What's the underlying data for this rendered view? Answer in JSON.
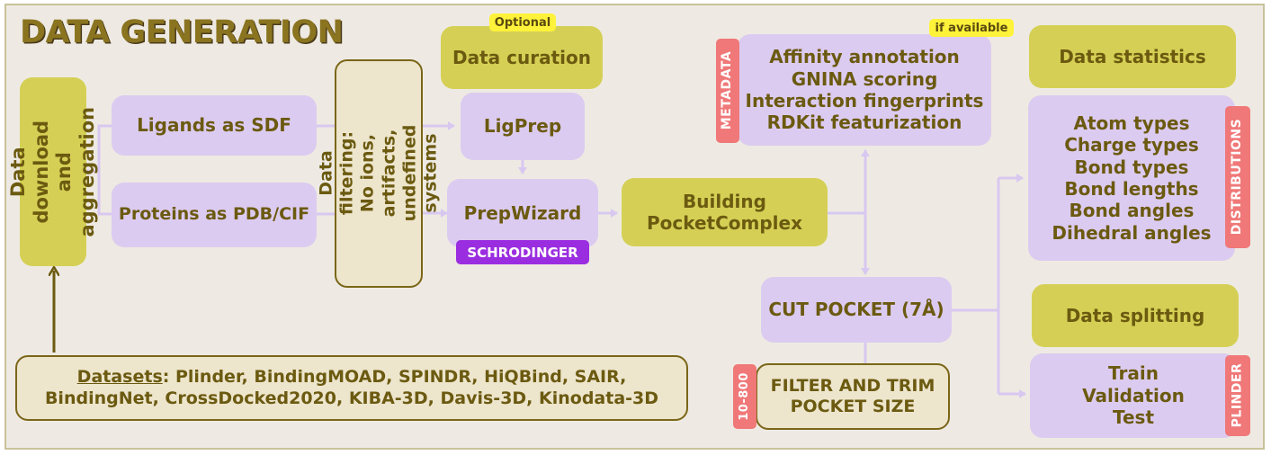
{
  "title": "DATA GENERATION",
  "download": "Data download\nand aggregation",
  "ligands": "Ligands as SDF",
  "proteins": "Proteins as PDB/CIF",
  "filtering": "Data filtering:\nNo ions, artifacts,\nundefined systems",
  "optional_tag": "Optional",
  "curation": "Data curation",
  "ligprep": "LigPrep",
  "prepwizard": "PrepWizard",
  "schrodinger_tag": "SCHRODINGER",
  "building": "Building\nPocketComplex",
  "if_available_tag": "if available",
  "metadata_tag": "METADATA",
  "metadata_items": [
    "Affinity annotation",
    "GNINA scoring",
    "Interaction fingerprints",
    "RDKit featurization"
  ],
  "cut_pocket": "CUT POCKET (7Å)",
  "size_tag": "10-800",
  "filter_trim": "FILTER AND TRIM\nPOCKET SIZE",
  "stats": "Data statistics",
  "distributions_tag": "DISTRIBUTIONS",
  "distribution_items": [
    "Atom types",
    "Charge types",
    "Bond types",
    "Bond lengths",
    "Bond angles",
    "Dihedral angles"
  ],
  "splitting": "Data splitting",
  "plinder_tag": "PLINDER",
  "split_items": [
    "Train",
    "Validation",
    "Test"
  ],
  "datasets_label": "Datasets",
  "datasets_line1": ": Plinder, BindingMOAD, SPINDR, HiQBind, SAIR,",
  "datasets_line2": "BindingNet, CrossDocked2020, KIBA-3D, Davis-3D, Kinodata-3D",
  "colors": {
    "purple": "#dccbf0",
    "olive": "#d5d055",
    "cream": "#ede5cc",
    "text": "#6b5a10",
    "connector": "#d8c8f0",
    "tag_red": "#f07878",
    "tag_yellow": "#fff23a",
    "tag_violet": "#9b2de0"
  }
}
